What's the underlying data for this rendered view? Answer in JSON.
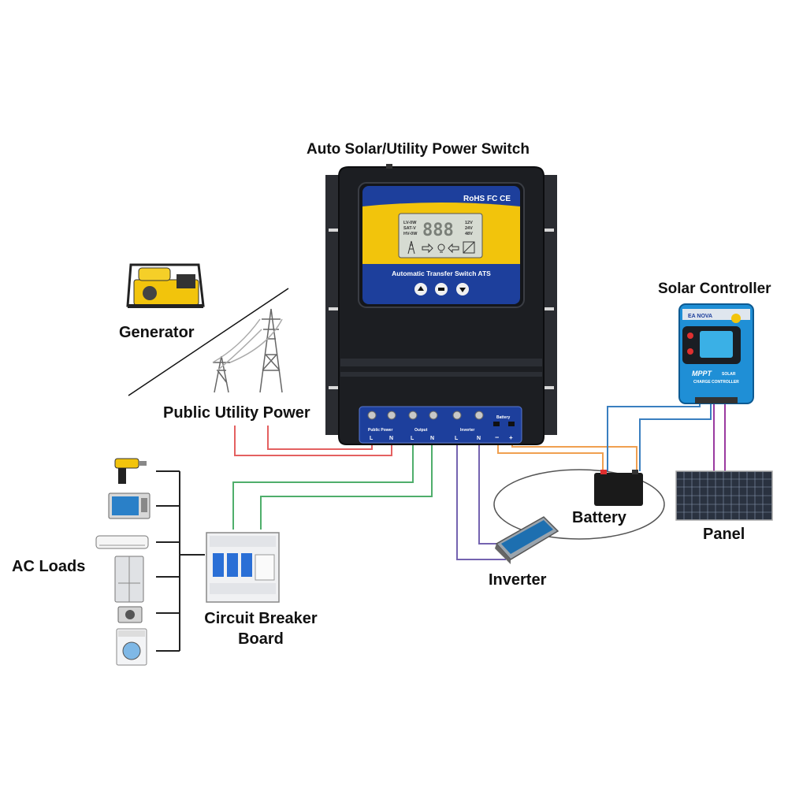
{
  "labels": {
    "title": "Auto Solar/Utility Power Switch",
    "generator": "Generator",
    "public_utility": "Public Utility Power",
    "solar_controller": "Solar Controller",
    "battery": "Battery",
    "panel": "Panel",
    "inverter": "Inverter",
    "ac_loads": "AC Loads",
    "breaker_line1": "Circuit Breaker",
    "breaker_line2": "Board"
  },
  "device": {
    "certs": "RoHS FC CE",
    "lcd_left": [
      "LV-0W",
      "SAT-V",
      "HV-0W"
    ],
    "lcd_digits": "888",
    "lcd_right": [
      "12V",
      "24V",
      "48V"
    ],
    "model": "Automatic Transfer Switch ATS",
    "term_public": "Public Power",
    "term_output": "Output",
    "term_inverter": "Inverter",
    "term_battery": "Battery",
    "term_L": "L",
    "term_N": "N",
    "term_minus": "−",
    "term_plus": "+"
  },
  "solar_ctrl": {
    "brand": "EA NOVA",
    "model": "MPPT",
    "sub1": "SOLAR",
    "sub2": "CHARGE CONTROLLER"
  },
  "colors": {
    "ats_body": "#1c1e22",
    "ats_blue": "#1d3f9c",
    "ats_yellow": "#f2c40c",
    "wire_red": "#e46060",
    "wire_green": "#4fae6b",
    "wire_purple": "#7463b0",
    "wire_orange": "#f0a050",
    "wire_blue": "#3a7fc0",
    "wire_magenta": "#9a3aa0"
  }
}
